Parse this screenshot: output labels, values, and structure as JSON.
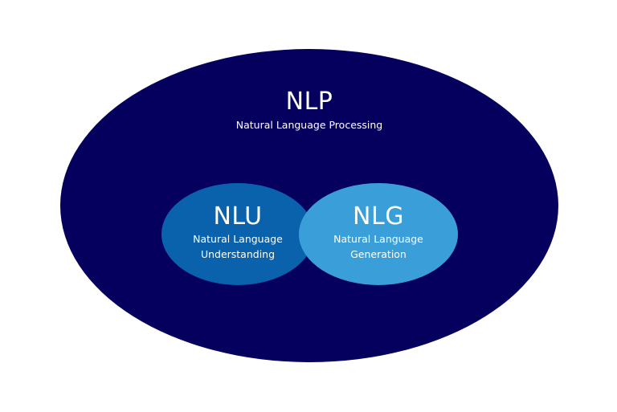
{
  "diagram": {
    "type": "nested-venn",
    "background_color": "#ffffff",
    "outer": {
      "abbr": "NLP",
      "full_name": "Natural Language Processing",
      "color": "#05005E"
    },
    "subsets": [
      {
        "abbr": "NLU",
        "full_name_line1": "Natural Language",
        "full_name_line2": "Understanding",
        "color": "#0A62AC"
      },
      {
        "abbr": "NLG",
        "full_name_line1": "Natural Language",
        "full_name_line2": "Generation",
        "color": "#3A9FD9"
      }
    ],
    "text_color": "#ffffff"
  }
}
